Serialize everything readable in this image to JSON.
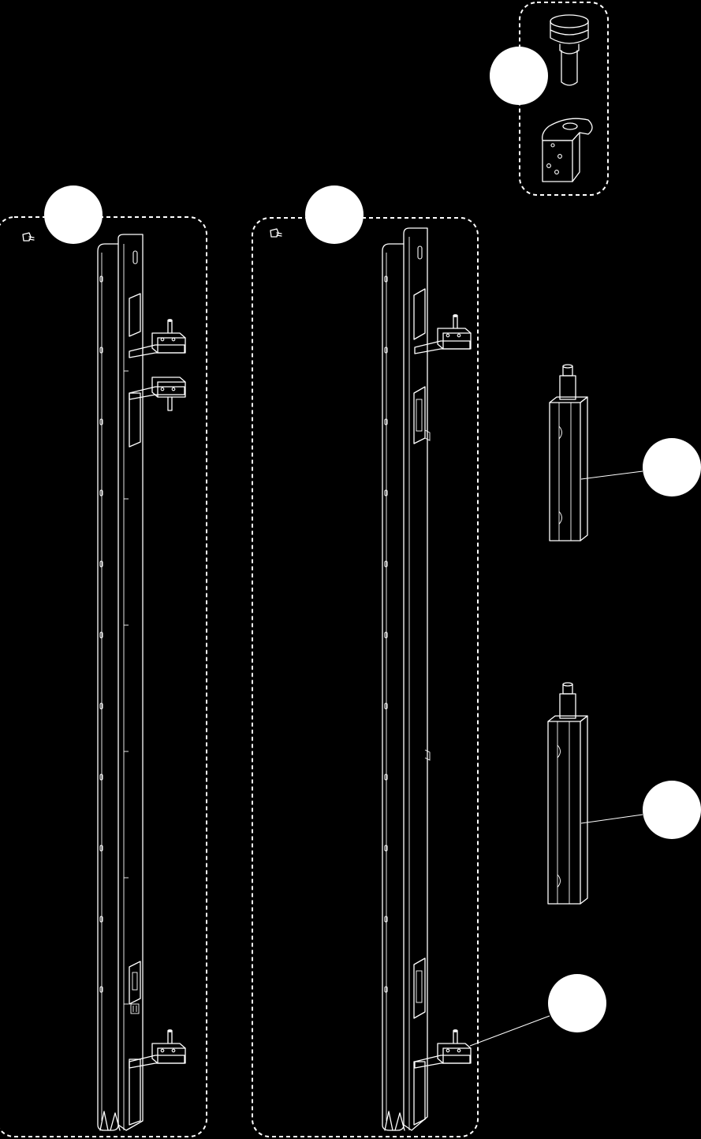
{
  "diagram": {
    "type": "exploded-assembly",
    "background": "#000000",
    "line_color": "#ffffff",
    "groups": [
      {
        "id": "left-frame-kit",
        "style": "dashed"
      },
      {
        "id": "right-frame-kit",
        "style": "dashed"
      },
      {
        "id": "hardware-kit",
        "style": "dashed"
      }
    ],
    "callouts": [
      {
        "id": "callout-left-frame",
        "label": ""
      },
      {
        "id": "callout-right-frame",
        "label": ""
      },
      {
        "id": "callout-hardware",
        "label": ""
      },
      {
        "id": "callout-actuator-upper",
        "label": ""
      },
      {
        "id": "callout-actuator-lower",
        "label": ""
      },
      {
        "id": "callout-bracket",
        "label": ""
      }
    ],
    "icons": [
      "screw-icon",
      "pivot-pin-icon",
      "pivot-bracket-icon",
      "actuator-icon",
      "hinge-bracket-icon"
    ]
  }
}
